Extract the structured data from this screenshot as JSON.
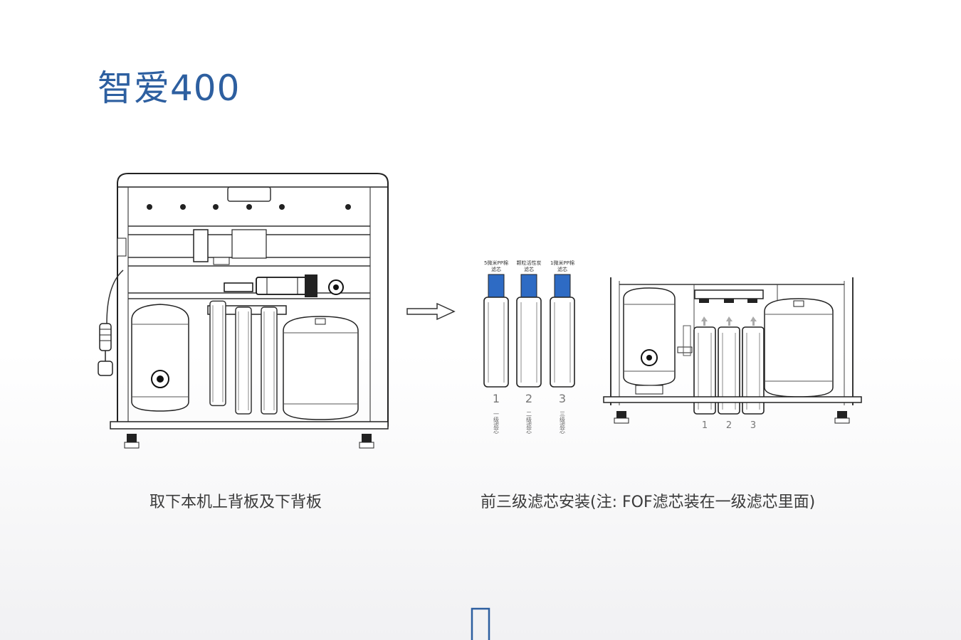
{
  "header": {
    "title": "智爱400"
  },
  "captions": {
    "left": "取下本机上背板及下背板",
    "right": "前三级滤芯安装(注: FOF滤芯装在一级滤芯里面)"
  },
  "filters": [
    {
      "top_label_1": "5微米PP棉",
      "top_label_2": "滤芯",
      "number": "1",
      "side_label": "一级滤芯"
    },
    {
      "top_label_1": "颗粒活性炭",
      "top_label_2": "滤芯",
      "number": "2",
      "side_label": "二级滤芯"
    },
    {
      "top_label_1": "1微米PP棉",
      "top_label_2": "滤芯",
      "number": "3",
      "side_label": "三级滤芯"
    }
  ],
  "installed_numbers": [
    "1",
    "2",
    "3"
  ],
  "colors": {
    "title": "#2d5fa0",
    "filter_cap": "#2e6bc4",
    "page_marker": "#2d5fa0"
  }
}
